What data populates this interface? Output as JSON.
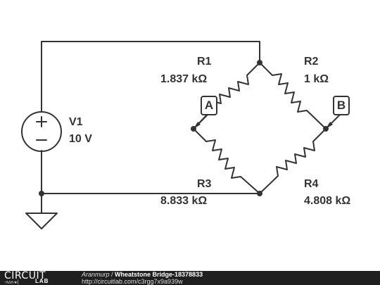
{
  "components": {
    "v1": {
      "name": "V1",
      "value": "10 V"
    },
    "r1": {
      "name": "R1",
      "value": "1.837 kΩ"
    },
    "r2": {
      "name": "R2",
      "value": "1 kΩ"
    },
    "r3": {
      "name": "R3",
      "value": "8.833 kΩ"
    },
    "r4": {
      "name": "R4",
      "value": "4.808 kΩ"
    }
  },
  "probes": {
    "a": "A",
    "b": "B"
  },
  "footer": {
    "logo_top": "CIRCUIT",
    "logo_bottom": "LAB",
    "author": "Aranmurp",
    "separator": " / ",
    "title": "Wheatstone Bridge-18378833",
    "url": "http://circuitlab.com/c3rgg7x9a939w"
  },
  "colors": {
    "wire": "#333333",
    "footer_bg": "#1f1f1f"
  }
}
